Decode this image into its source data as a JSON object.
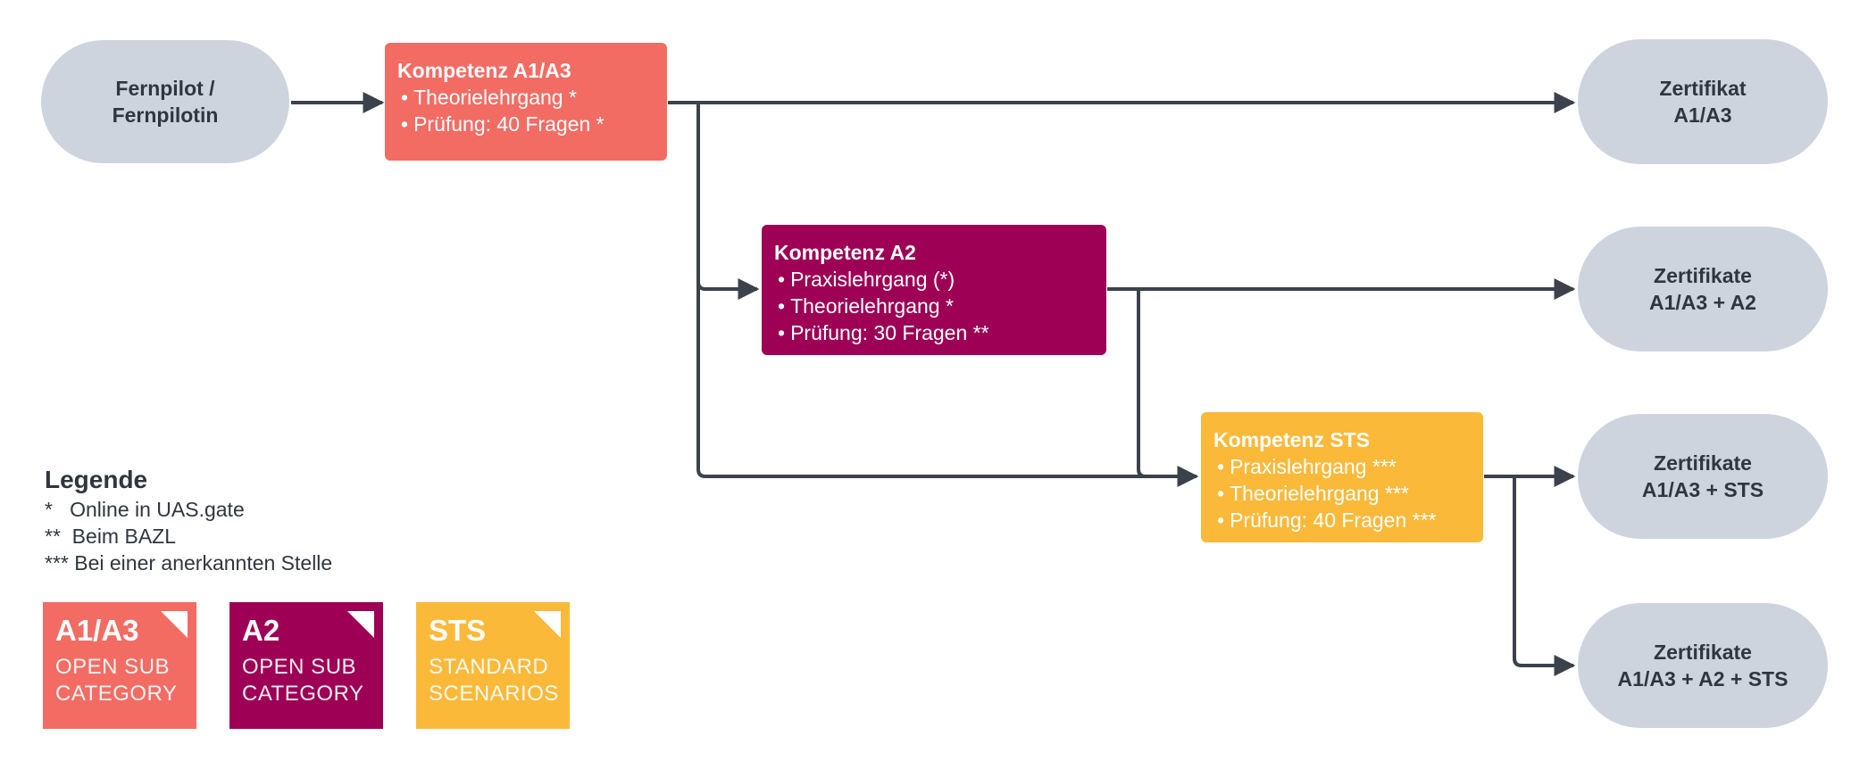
{
  "start": {
    "line1": "Fernpilot /",
    "line2": "Fernpilotin"
  },
  "competences": [
    {
      "title": "Kompetenz A1/A3",
      "items": [
        "Theorielehrgang *",
        "Prüfung: 40 Fragen *"
      ],
      "color": "#f26c64"
    },
    {
      "title": "Kompetenz A2",
      "items": [
        "Praxislehrgang (*)",
        "Theorielehrgang *",
        "Prüfung: 30 Fragen **"
      ],
      "color": "#9d0054"
    },
    {
      "title": "Kompetenz STS",
      "items": [
        "Praxislehrgang ***",
        "Theorielehrgang ***",
        "Prüfung: 40 Fragen ***"
      ],
      "color": "#fbb93a"
    }
  ],
  "certificates": [
    {
      "line1": "Zertifikat",
      "line2": "A1/A3"
    },
    {
      "line1": "Zertifikate",
      "line2": "A1/A3 + A2"
    },
    {
      "line1": "Zertifikate",
      "line2": "A1/A3 + STS"
    },
    {
      "line1": "Zertifikate",
      "line2": "A1/A3 + A2 + STS"
    }
  ],
  "legend": {
    "title": "Legende",
    "items": [
      "*   Online in UAS.gate",
      "**  Beim BAZL",
      "*** Bei einer anerkannten Stelle"
    ]
  },
  "badges": [
    {
      "code": "A1/A3",
      "desc1": "OPEN SUB",
      "desc2": "CATEGORY",
      "color": "#f26c64"
    },
    {
      "code": "A2",
      "desc1": "OPEN SUB",
      "desc2": "CATEGORY",
      "color": "#9d0054"
    },
    {
      "code": "STS",
      "desc1": "STANDARD",
      "desc2": "SCENARIOS",
      "color": "#fbb93a"
    }
  ],
  "colors": {
    "connector": "#3b424c",
    "node": "#ced4dd",
    "text": "#2f3640"
  }
}
